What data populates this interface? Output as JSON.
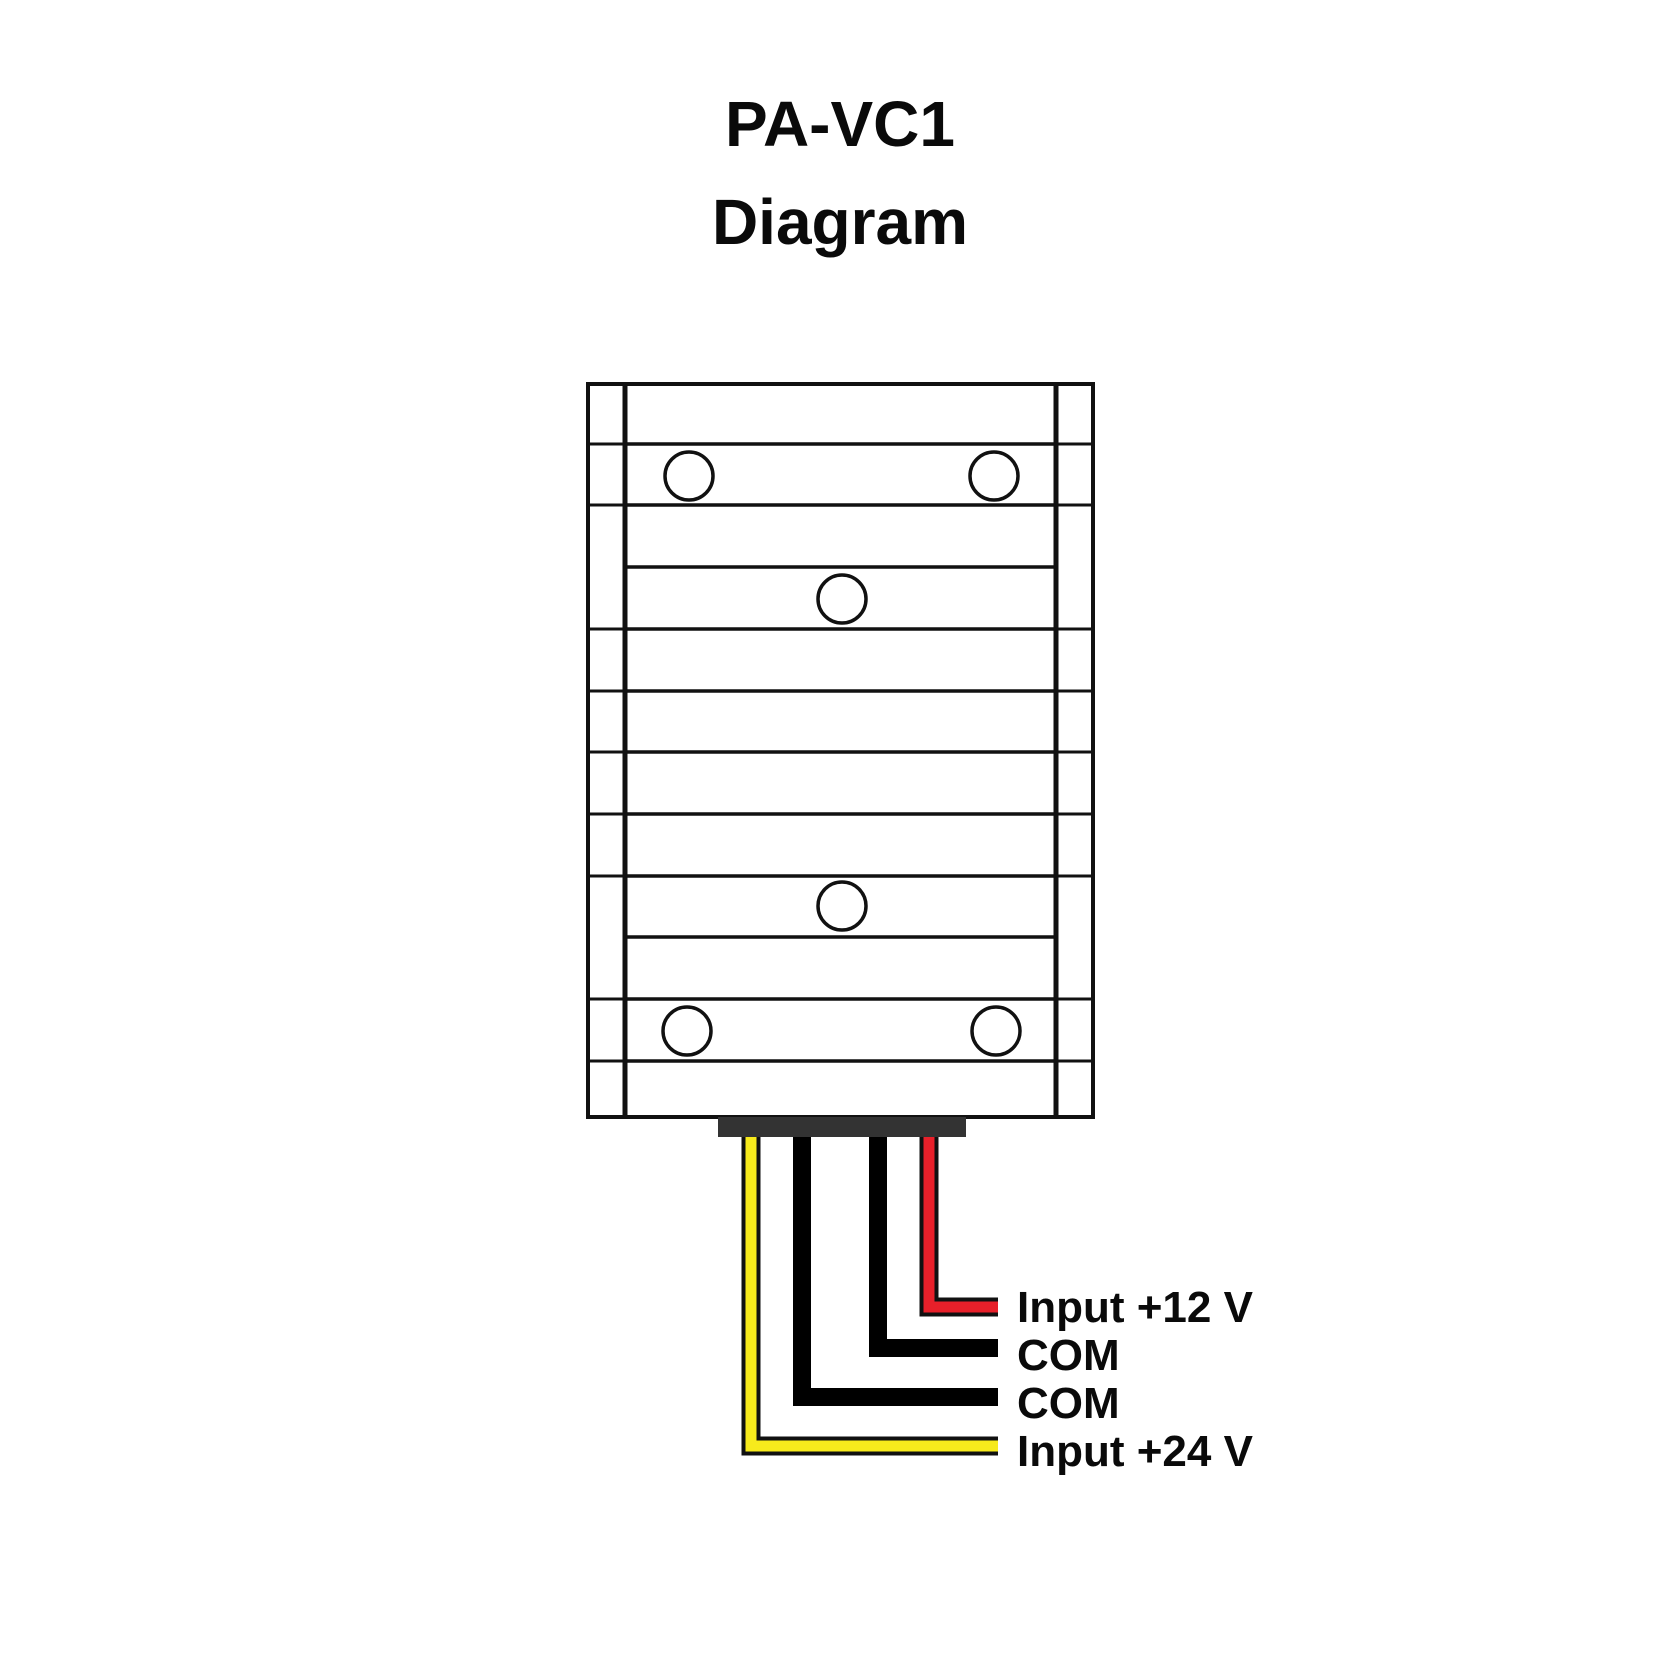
{
  "title": {
    "line1": "PA-VC1",
    "line2": "Diagram"
  },
  "colors": {
    "outline": "#111111",
    "background": "#ffffff",
    "wire_red": "#e8202a",
    "wire_black": "#000000",
    "wire_yellow": "#f7ea1c",
    "connector": "#333333"
  },
  "wires": [
    {
      "label": "Input +12 V",
      "color": "red"
    },
    {
      "label": "COM",
      "color": "black"
    },
    {
      "label": "COM",
      "color": "black"
    },
    {
      "label": "Input +24 V",
      "color": "yellow"
    }
  ]
}
